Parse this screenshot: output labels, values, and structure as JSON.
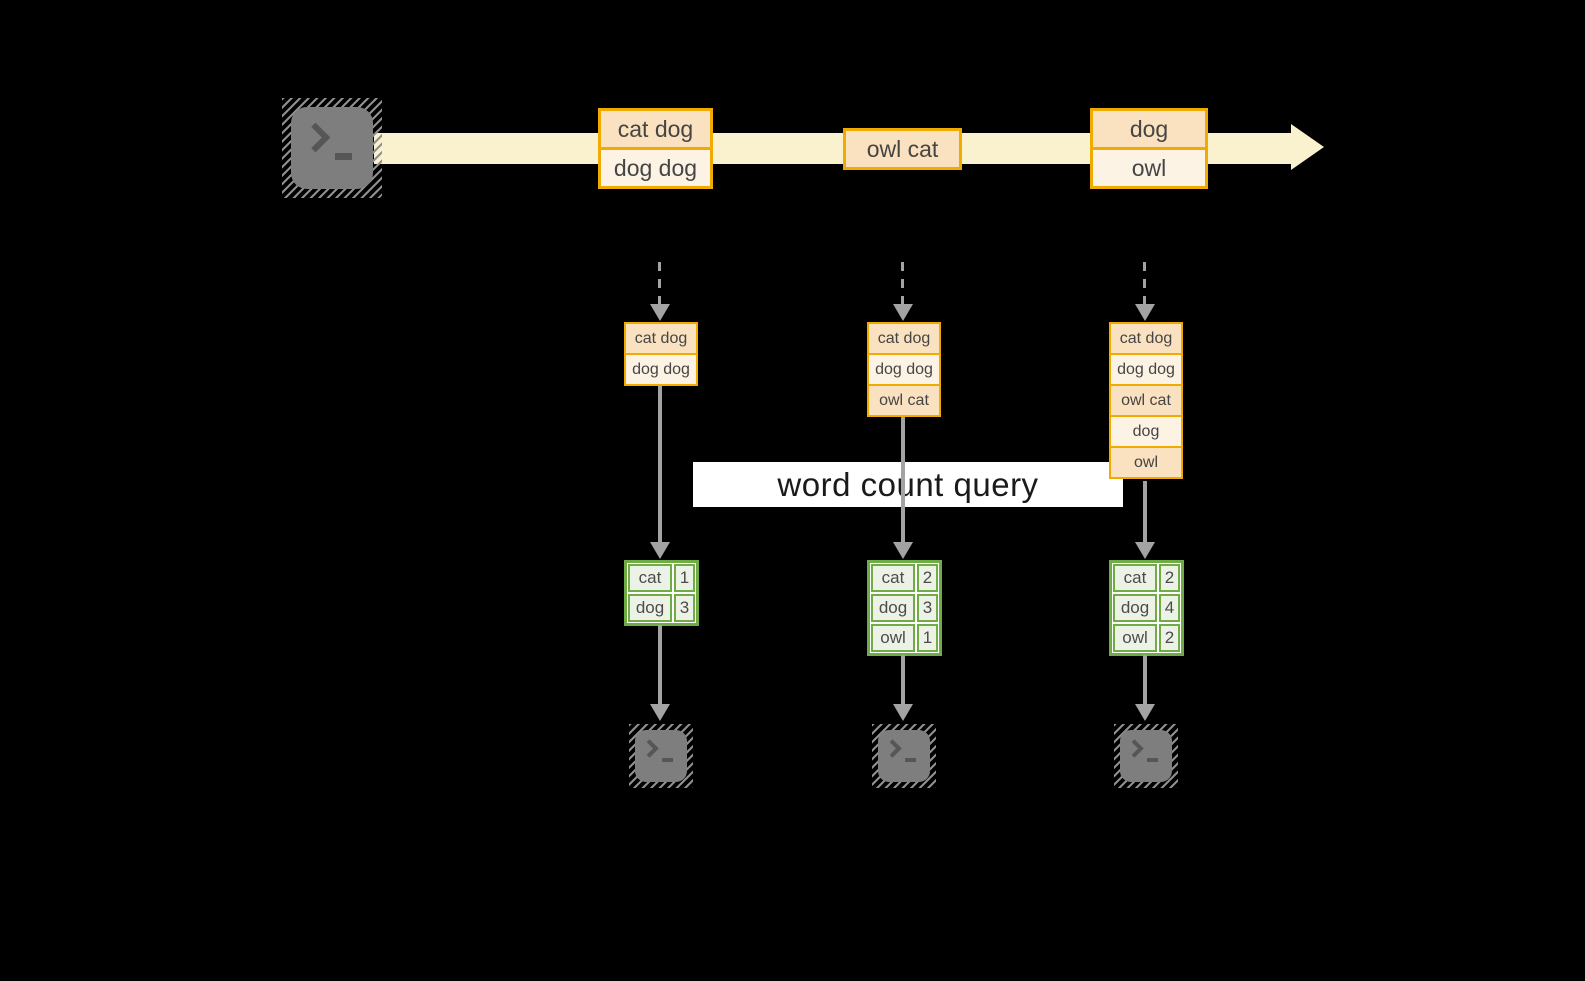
{
  "colors": {
    "background": "#000000",
    "stream_band": "#FAF1CE",
    "record_border": "#F0AB00",
    "record_fill_dark": "#FAE1BF",
    "record_fill_light": "#FDF3E4",
    "arrow_gray": "#A3A3A3",
    "table_border": "#6FAC46",
    "table_cell_fill": "#ECF2E6",
    "query_banner_fill": "#FFFFFF",
    "terminal_gray": "#7E7E7E"
  },
  "stream_messages": [
    {
      "rows": [
        "cat dog",
        "dog dog"
      ]
    },
    {
      "rows": [
        "owl cat"
      ]
    },
    {
      "rows": [
        "dog",
        "owl"
      ]
    }
  ],
  "buffers": [
    {
      "rows": [
        "cat dog",
        "dog dog"
      ]
    },
    {
      "rows": [
        "cat dog",
        "dog dog",
        "owl cat"
      ]
    },
    {
      "rows": [
        "cat dog",
        "dog dog",
        "owl cat",
        "dog",
        "owl"
      ]
    }
  ],
  "query_label": "word count query",
  "result_tables": [
    {
      "rows": [
        {
          "word": "cat",
          "count": "1"
        },
        {
          "word": "dog",
          "count": "3"
        }
      ]
    },
    {
      "rows": [
        {
          "word": "cat",
          "count": "2"
        },
        {
          "word": "dog",
          "count": "3"
        },
        {
          "word": "owl",
          "count": "1"
        }
      ]
    },
    {
      "rows": [
        {
          "word": "cat",
          "count": "2"
        },
        {
          "word": "dog",
          "count": "4"
        },
        {
          "word": "owl",
          "count": "2"
        }
      ]
    }
  ]
}
